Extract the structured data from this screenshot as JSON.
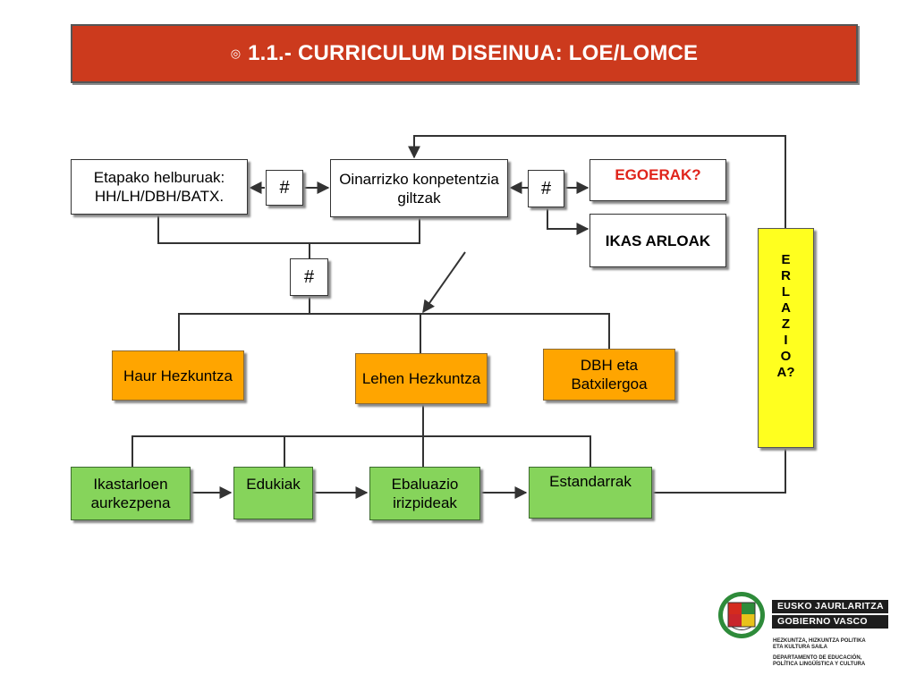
{
  "title": {
    "bullet": "◎",
    "text": "1.1.- CURRICULUM DISEINUA: LOE/LOMCE"
  },
  "nodes": {
    "etapako": "Etapako helburuak: HH/LH/DBH/BATX.",
    "hash1": "#",
    "oinarrizko": "Oinarrizko konpetentzia giltzak",
    "hash2": "#",
    "egoerak": "EGOERAK?",
    "ikas_arloak": "IKAS ARLOAK",
    "hash3": "#",
    "haur": "Haur Hezkuntza",
    "lehen": "Lehen Hezkuntza",
    "dbh": "DBH eta Batxilergoa",
    "ikastarloen": "Ikastarloen aurkezpena",
    "edukiak": "Edukiak",
    "ebaluazio": "Ebaluazio irizpideak",
    "estandarrak": "Estandarrak"
  },
  "erlazioa_letters": [
    "E",
    "R",
    "L",
    "A",
    "Z",
    "I",
    "O",
    "A?"
  ],
  "logo": {
    "line1": "EUSKO JAURLARITZA",
    "line2": "GOBIERNO VASCO",
    "sub1": "HEZKUNTZA, HIZKUNTZA POLITIKA",
    "sub2": "ETA KULTURA SAILA",
    "sub3": "DEPARTAMENTO DE EDUCACIÓN,",
    "sub4": "POLÍTICA LINGÜÍSTICA Y CULTURA"
  },
  "colors": {
    "title_bg": "#cc3a1d",
    "orange": "#ffa500",
    "green": "#86d45b",
    "yellow": "#ffff1f",
    "alert_red": "#e0241b"
  }
}
